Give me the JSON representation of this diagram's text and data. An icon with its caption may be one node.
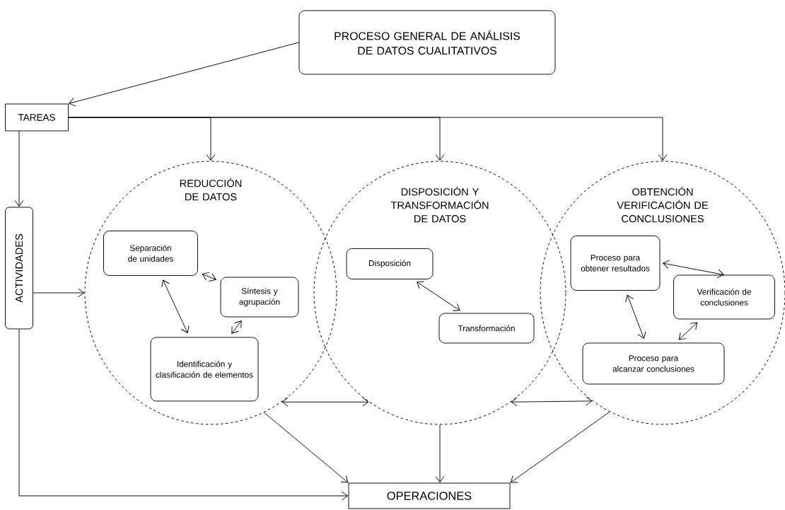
{
  "diagram": {
    "nodes": [
      {
        "text": [
          "PROCESO GENERAL DE ANÁLISIS DE DATOS CUALITATIVOS"
        ]
      },
      {
        "text": [
          "TAREAS"
        ]
      },
      {
        "text": [
          "ACTIVIDADES"
        ]
      },
      {
        "text": [
          "REDUCCIÓN DE DATOS"
        ]
      },
      {
        "text": [
          "Separación de unidades"
        ],
        "in": 3
      },
      {
        "text": [
          "Síntesis y agrupación"
        ],
        "in": 3
      },
      {
        "text": [
          "Identificación y clasificación de elementos"
        ],
        "in": 3
      },
      {
        "text": [
          "DISPOSICIÓN Y TRANSFORMACIÓN DE DATOS"
        ]
      },
      {
        "text": [
          "Disposición"
        ],
        "in": 7
      },
      {
        "text": [
          "Transformación"
        ],
        "in": 7
      },
      {
        "text": [
          "OBTENCIÓN VERIFICACIÓN DE CONCLUSIONES"
        ]
      },
      {
        "text": [
          "Proceso para obtener resultados"
        ],
        "in": 10
      },
      {
        "text": [
          "Verificación de conclusiones"
        ],
        "in": 10
      },
      {
        "text": [
          "Proceso para alcanzar conclusiones"
        ],
        "in": 10
      },
      {
        "text": [
          "OPERACIONES"
        ]
      }
    ],
    "edges": [
      {
        "from": 0,
        "to": 1,
        "arrow": "to"
      },
      {
        "from": 1,
        "to": 3,
        "arrow": "to"
      },
      {
        "from": 1,
        "to": 7,
        "arrow": "to"
      },
      {
        "from": 1,
        "to": 10,
        "arrow": "to"
      },
      {
        "from": 1,
        "to": 2,
        "arrow": "to"
      },
      {
        "from": 2,
        "to": 3,
        "arrow": "to"
      },
      {
        "from": 2,
        "to": 14,
        "arrow": "to"
      },
      {
        "from": 4,
        "to": 5,
        "arrow": "both"
      },
      {
        "from": 4,
        "to": 6,
        "arrow": "both"
      },
      {
        "from": 5,
        "to": 6,
        "arrow": "both"
      },
      {
        "from": 8,
        "to": 9,
        "arrow": "both"
      },
      {
        "from": 11,
        "to": 12,
        "arrow": "both"
      },
      {
        "from": 11,
        "to": 13,
        "arrow": "both"
      },
      {
        "from": 12,
        "to": 13,
        "arrow": "both"
      },
      {
        "from": 3,
        "to": 7,
        "arrow": "both"
      },
      {
        "from": 7,
        "to": 10,
        "arrow": "both"
      },
      {
        "from": 3,
        "to": 14,
        "arrow": "to"
      },
      {
        "from": 7,
        "to": 14,
        "arrow": "to"
      },
      {
        "from": 10,
        "to": 14,
        "arrow": "to"
      }
    ]
  }
}
